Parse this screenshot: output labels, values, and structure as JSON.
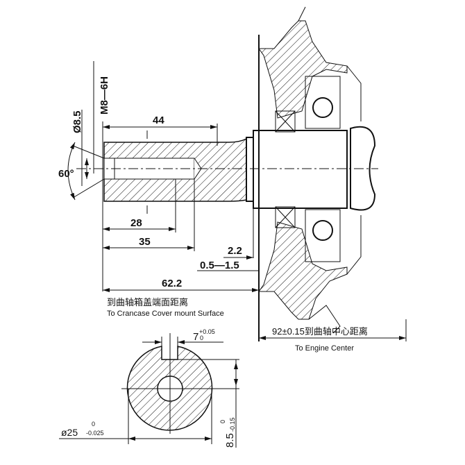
{
  "dims": {
    "thread": "M8—6H",
    "hole_dia": "Ø8.5",
    "angle": "60°",
    "len44": "44",
    "len28": "28",
    "len35": "35",
    "d22": "2.2",
    "d0515": "0.5—1.5",
    "len622": "62.2",
    "cover_cn": "到曲轴箱盖端面距离",
    "cover_en": "To Crancase Cover mount Surface",
    "center_cn": "92±0.15到曲轴中心距离",
    "center_en": "To Engine Center",
    "key_w": "7",
    "key_tol_up": "+0.05",
    "key_tol_lo": "0",
    "shaft_dia": "ø25",
    "shaft_tol_up": "0",
    "shaft_tol_lo": "-0.025",
    "key_depth": "8.5",
    "depth_tol_up": "0",
    "depth_tol_lo": "-0.15"
  }
}
